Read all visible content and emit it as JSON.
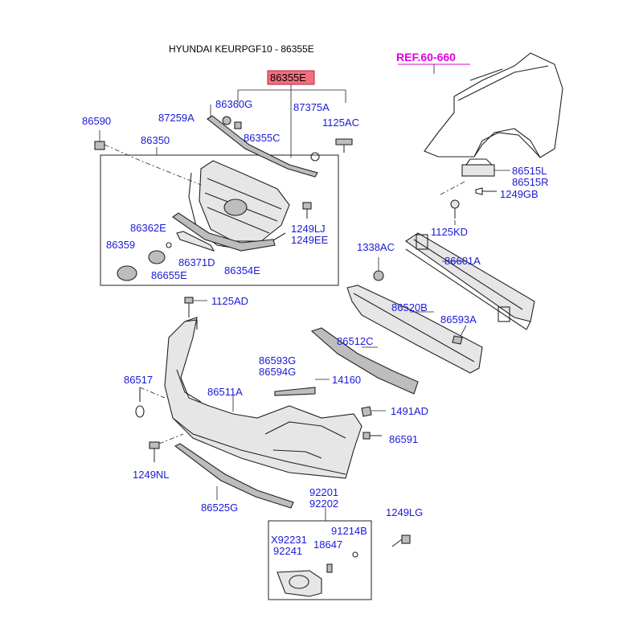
{
  "header": {
    "title": "HYUNDAI KEURPGF10 - 86355E",
    "ref": "REF.60-660",
    "highlight_part": "86355E",
    "highlight_color": "#f07080"
  },
  "colors": {
    "label": "#1a1ad6",
    "ref": "#e000e0"
  },
  "labels": {
    "p86590": "86590",
    "p87259A": "87259A",
    "p86360G": "86360G",
    "p87375A": "87375A",
    "p1125AC": "1125AC",
    "p86355C": "86355C",
    "p86350": "86350",
    "p86362E": "86362E",
    "p86359": "86359",
    "p86371D": "86371D",
    "p86655E": "86655E",
    "p86354E": "86354E",
    "p1249LJ": "1249LJ",
    "p1249EE": "1249EE",
    "p86515L": "86515L",
    "p86515R": "86515R",
    "p1249GB": "1249GB",
    "p1125KD": "1125KD",
    "p1338AC": "1338AC",
    "p86601A": "86601A",
    "p1125AD": "1125AD",
    "p86520B": "86520B",
    "p86593A": "86593A",
    "p86512C": "86512C",
    "p86593G": "86593G",
    "p86594G": "86594G",
    "p14160": "14160",
    "p86517": "86517",
    "p86511A": "86511A",
    "p1491AD": "1491AD",
    "p86591": "86591",
    "p1249NL": "1249NL",
    "p86525G": "86525G",
    "p92201": "92201",
    "p92202": "92202",
    "p1249LG": "1249LG",
    "pX92231": "X92231",
    "p92241": "92241",
    "p91214B": "91214B",
    "p18647": "18647"
  }
}
